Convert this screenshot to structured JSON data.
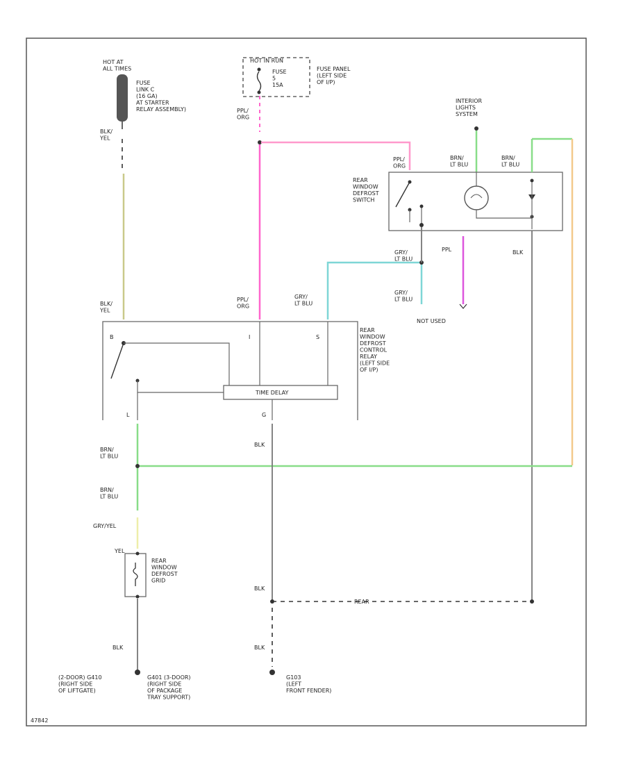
{
  "labels": {
    "hot_at_all_times": [
      "HOT AT",
      "ALL TIMES"
    ],
    "fuse_link": [
      "FUSE",
      "LINK C",
      "(16 GA)",
      "AT STARTER",
      "RELAY ASSEMBLY)"
    ],
    "hot_in_run": "HOT IN RUN",
    "fuse": [
      "FUSE",
      "5",
      "15A"
    ],
    "fuse_panel": [
      "FUSE PANEL",
      "(LEFT SIDE",
      "OF I/P)"
    ],
    "blk_yel_top": [
      "BLK/",
      "YEL"
    ],
    "ppl_org_top": [
      "PPL/",
      "ORG"
    ],
    "interior_lights": [
      "INTERIOR",
      "LIGHTS",
      "SYSTEM"
    ],
    "ppl_org_switch": [
      "PPL/",
      "ORG"
    ],
    "brn_lt_blu_a": [
      "BRN/",
      "LT BLU"
    ],
    "brn_lt_blu_b": [
      "BRN/",
      "LT BLU"
    ],
    "switch_name": [
      "REAR",
      "WINDOW",
      "DEFROST",
      "SWITCH"
    ],
    "gry_lt_blu_a": [
      "GRY/",
      "LT BLU"
    ],
    "ppl_small": "PPL",
    "blk_right": "BLK",
    "gry_lt_blu_b": [
      "GRY/",
      "LT BLU"
    ],
    "not_used": "NOT USED",
    "blk_yel_relay": [
      "BLK/",
      "YEL"
    ],
    "ppl_org_relay": [
      "PPL/",
      "ORG"
    ],
    "gry_lt_blu_relay": [
      "GRY/",
      "LT BLU"
    ],
    "relay_name": [
      "REAR",
      "WINDOW",
      "DEFROST",
      "CONTROL",
      "RELAY",
      "(LEFT SIDE",
      "OF I/P)"
    ],
    "pin_b": "B",
    "pin_i": "I",
    "pin_s": "S",
    "pin_l": "L",
    "pin_g": "G",
    "time_delay": "TIME DELAY",
    "brn_lt_blu_c": [
      "BRN/",
      "LT BLU"
    ],
    "brn_lt_blu_d": [
      "BRN/",
      "LT BLU"
    ],
    "blk_g": "BLK",
    "gry_yel": "GRY/YEL",
    "yel": "YEL",
    "grid_name": [
      "REAR",
      "WINDOW",
      "DEFROST",
      "GRID"
    ],
    "blk_mid": "BLK",
    "rear": "REAR",
    "blk_bottom_left": "BLK",
    "blk_bottom_mid": "BLK",
    "ground_left": [
      "(2-DOOR) G410",
      "(RIGHT SIDE",
      "OF LIFTGATE)"
    ],
    "ground_mid": [
      "G401 (3-DOOR)",
      "(RIGHT SIDE",
      "OF PACKAGE",
      "TRAY SUPPORT)"
    ],
    "ground_right": [
      "G103",
      "(LEFT",
      "FRONT FENDER)"
    ],
    "figure_code": "47842"
  },
  "colors": {
    "blk_yel": "#c9c98a",
    "ppl_org": "#ff66cc",
    "pink": "#ff99cc",
    "gry_lt_blu": "#7ed6d6",
    "brn_lt_blu": "#88dd88",
    "ppl": "#dd55dd",
    "orange": "#f3c98b",
    "black": "#333333",
    "grey": "#777777"
  },
  "icons": [
    "fuse-link-icon",
    "fuse-icon",
    "switch-icon",
    "lamp-icon",
    "diode-icon",
    "relay-contact-icon",
    "grid-resistor-icon",
    "ground-icon"
  ]
}
